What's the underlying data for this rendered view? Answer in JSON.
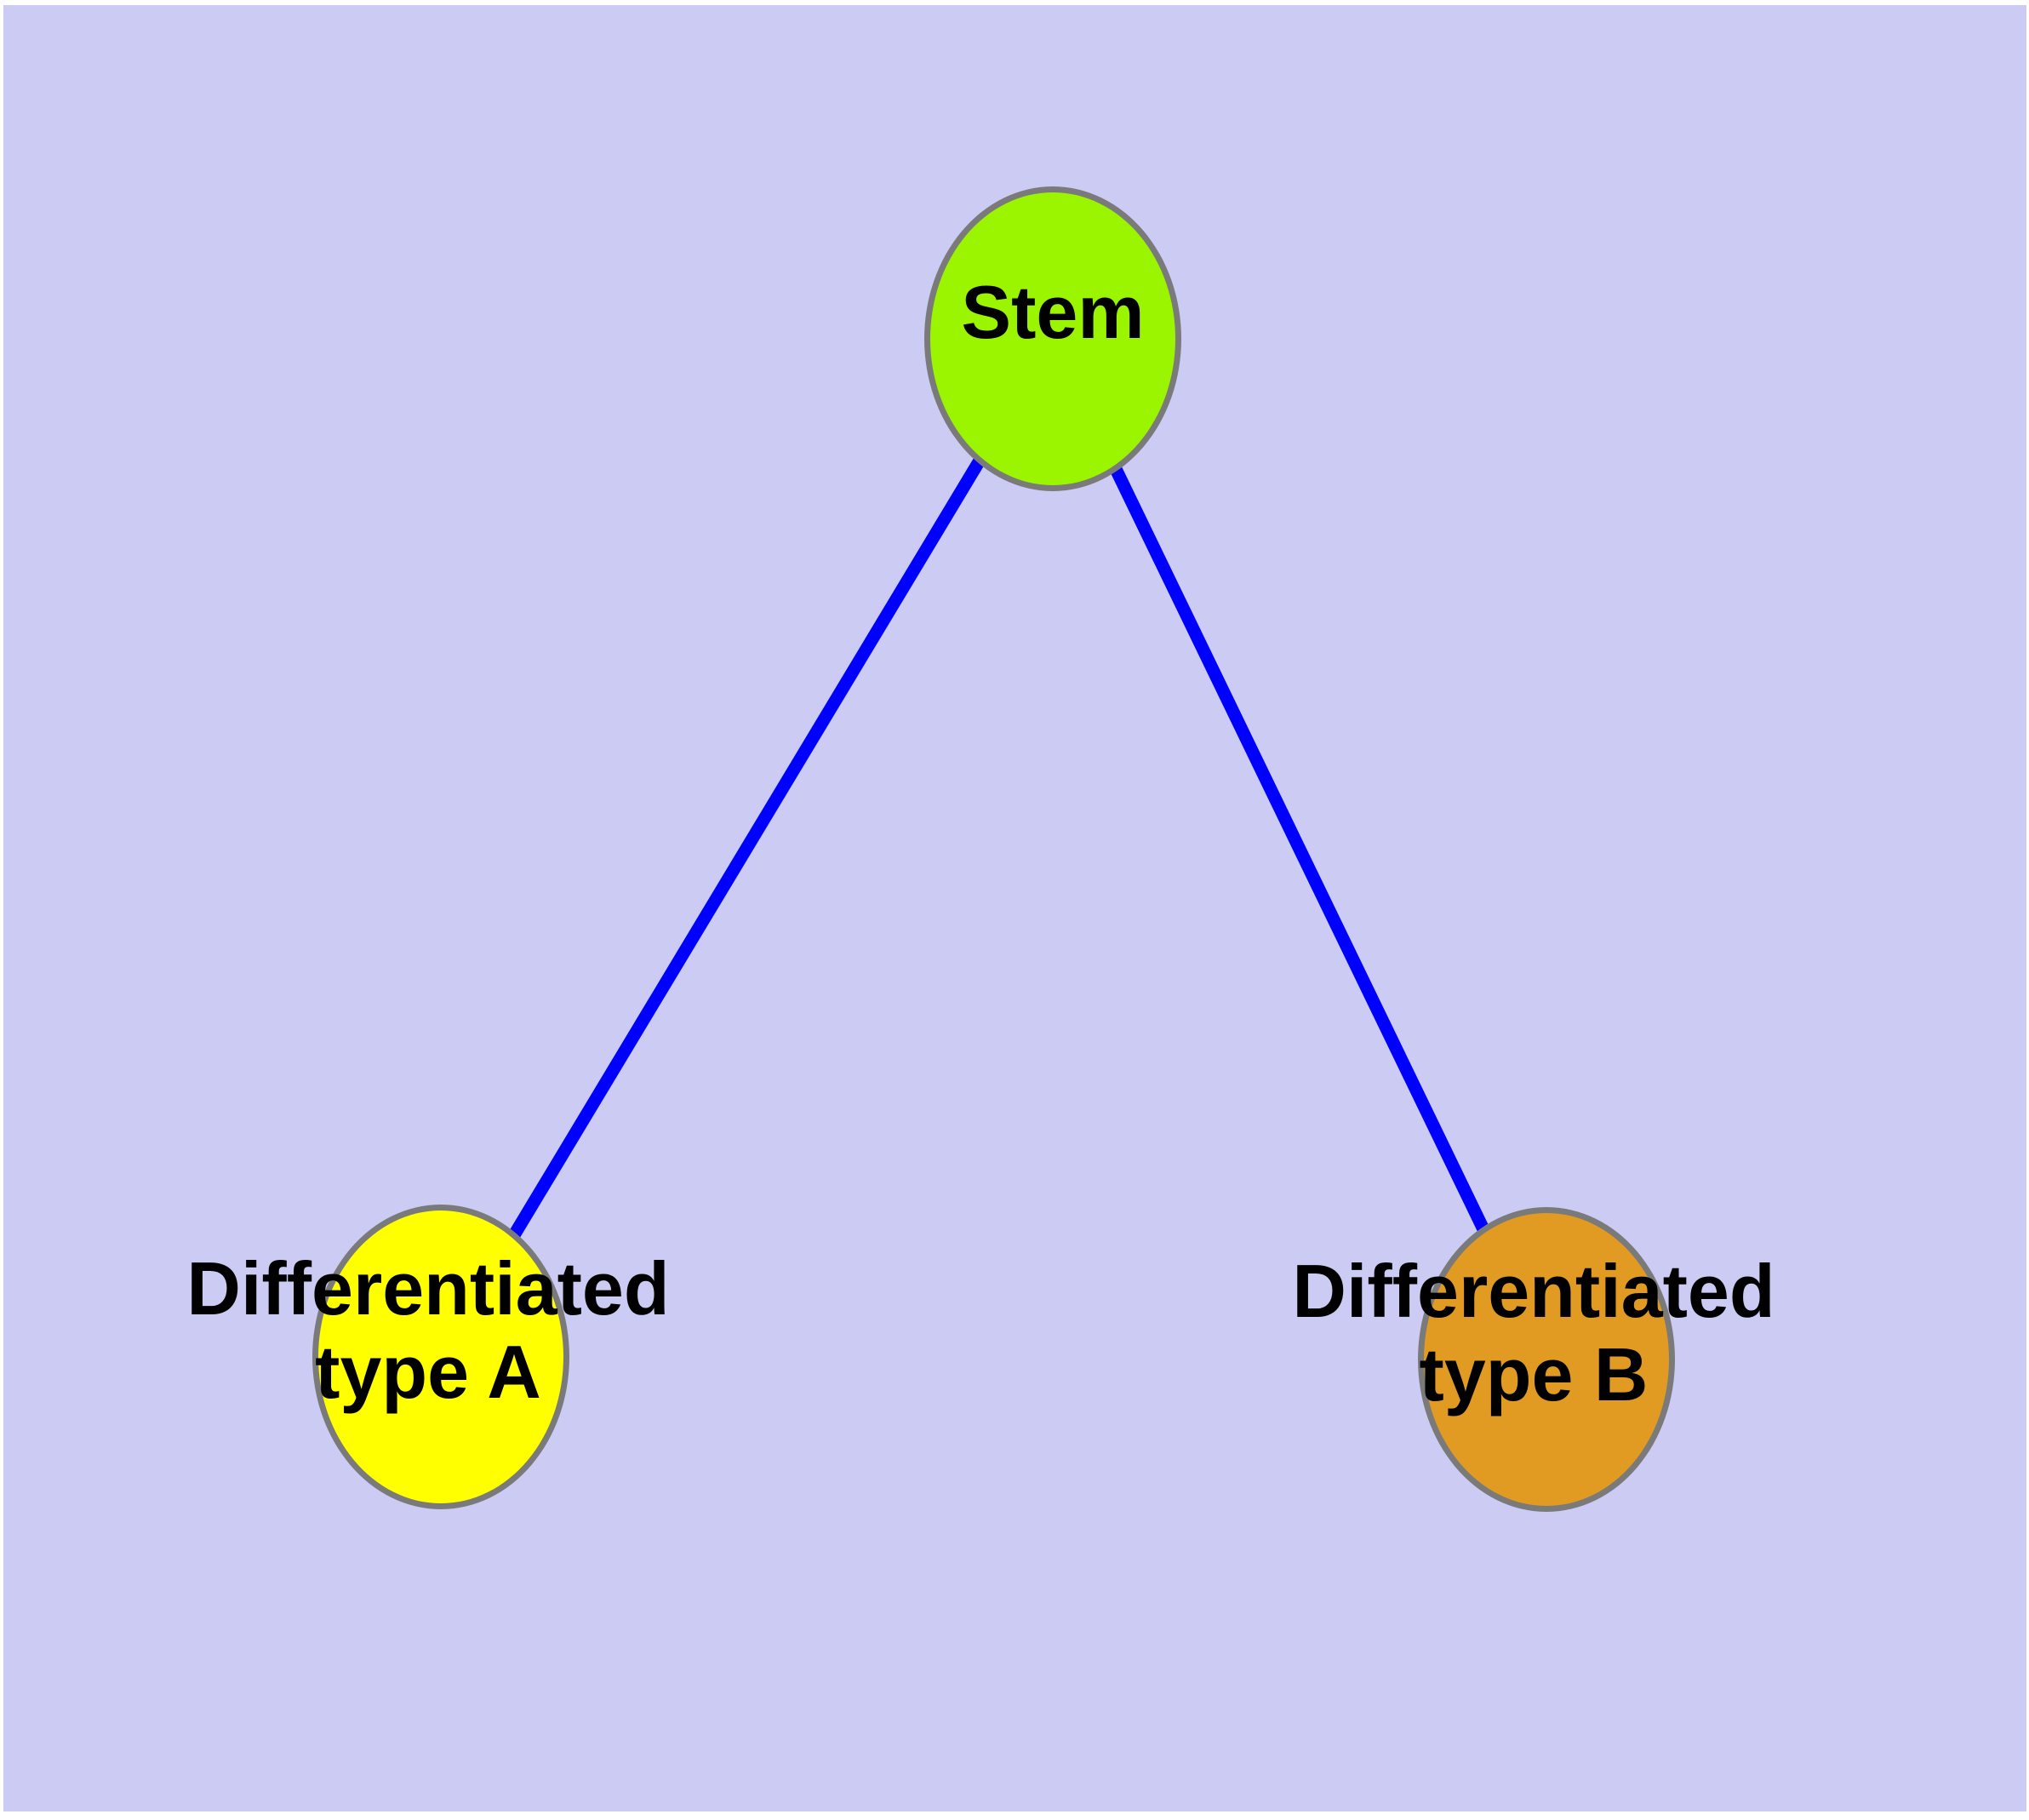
{
  "diagram": {
    "background_color": "#CBCBF4",
    "node_border_color": "#7A7A7A",
    "edge_color": "#0000FF",
    "nodes": [
      {
        "id": "stem",
        "label": "Stem",
        "lines": [
          "Stem"
        ],
        "fill": "#9BF500"
      },
      {
        "id": "differentiated-type-a",
        "label": "Differentiated type A",
        "lines": [
          "Differentiated",
          "type A"
        ],
        "fill": "#FFFF00"
      },
      {
        "id": "differentiated-type-b",
        "label": "Differentiated type B",
        "lines": [
          "Differentiated",
          "type B"
        ],
        "fill": "#E29B22"
      }
    ],
    "edges": [
      {
        "from": "stem",
        "to": "differentiated-type-a"
      },
      {
        "from": "stem",
        "to": "differentiated-type-b"
      }
    ]
  }
}
